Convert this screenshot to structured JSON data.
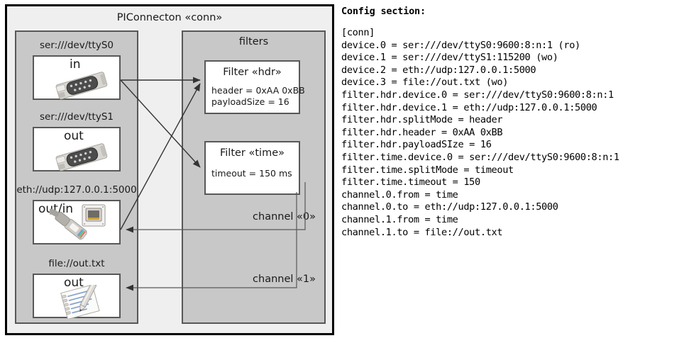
{
  "diagram": {
    "title": "PIConnecton «conn»",
    "devices_panel": {
      "nodes": [
        {
          "label": "ser:///dev/ttyS0",
          "io": "in",
          "icon": "serial-connector-icon"
        },
        {
          "label": "ser:///dev/ttyS1",
          "io": "out",
          "icon": "serial-connector-icon"
        },
        {
          "label": "eth://udp:127.0.0.1:5000",
          "io": "out/in",
          "icon": "rj45-jack-icon"
        },
        {
          "label": "file://out.txt",
          "io": "out",
          "icon": "notepad-pencil-icon"
        }
      ]
    },
    "filters_panel": {
      "title": "filters",
      "filters": [
        {
          "title": "Filter «hdr»",
          "props": [
            "header = 0xAA 0xBB",
            "payloadSize = 16"
          ]
        },
        {
          "title": "Filter «time»",
          "props": [
            "timeout = 150 ms"
          ]
        }
      ],
      "channels": [
        {
          "label": "channel «0»"
        },
        {
          "label": "channel «1»"
        }
      ]
    }
  },
  "config": {
    "heading": "Config section:",
    "text": "[conn]\ndevice.0 = ser:///dev/ttyS0:9600:8:n:1 (ro)\ndevice.1 = ser:///dev/ttyS1:115200 (wo)\ndevice.2 = eth://udp:127.0.0.1:5000\ndevice.3 = file://out.txt (wo)\nfilter.hdr.device.0 = ser:///dev/ttyS0:9600:8:n:1\nfilter.hdr.device.1 = eth://udp:127.0.0.1:5000\nfilter.hdr.splitMode = header\nfilter.hdr.header = 0xAA 0xBB\nfilter.hdr.payloadSIze = 16\nfilter.time.device.0 = ser:///dev/ttyS0:9600:8:n:1\nfilter.time.splitMode = timeout\nfilter.time.timeout = 150\nchannel.0.from = time\nchannel.0.to = eth://udp:127.0.0.1:5000\nchannel.1.from = time\nchannel.1.to = file://out.txt"
  },
  "colors": {
    "frame_border": "#000000",
    "frame_fill": "#efefef",
    "panel_fill": "#c8c8c8",
    "panel_border": "#585858",
    "node_fill": "#ffffff",
    "connector_stroke": "#333333"
  }
}
